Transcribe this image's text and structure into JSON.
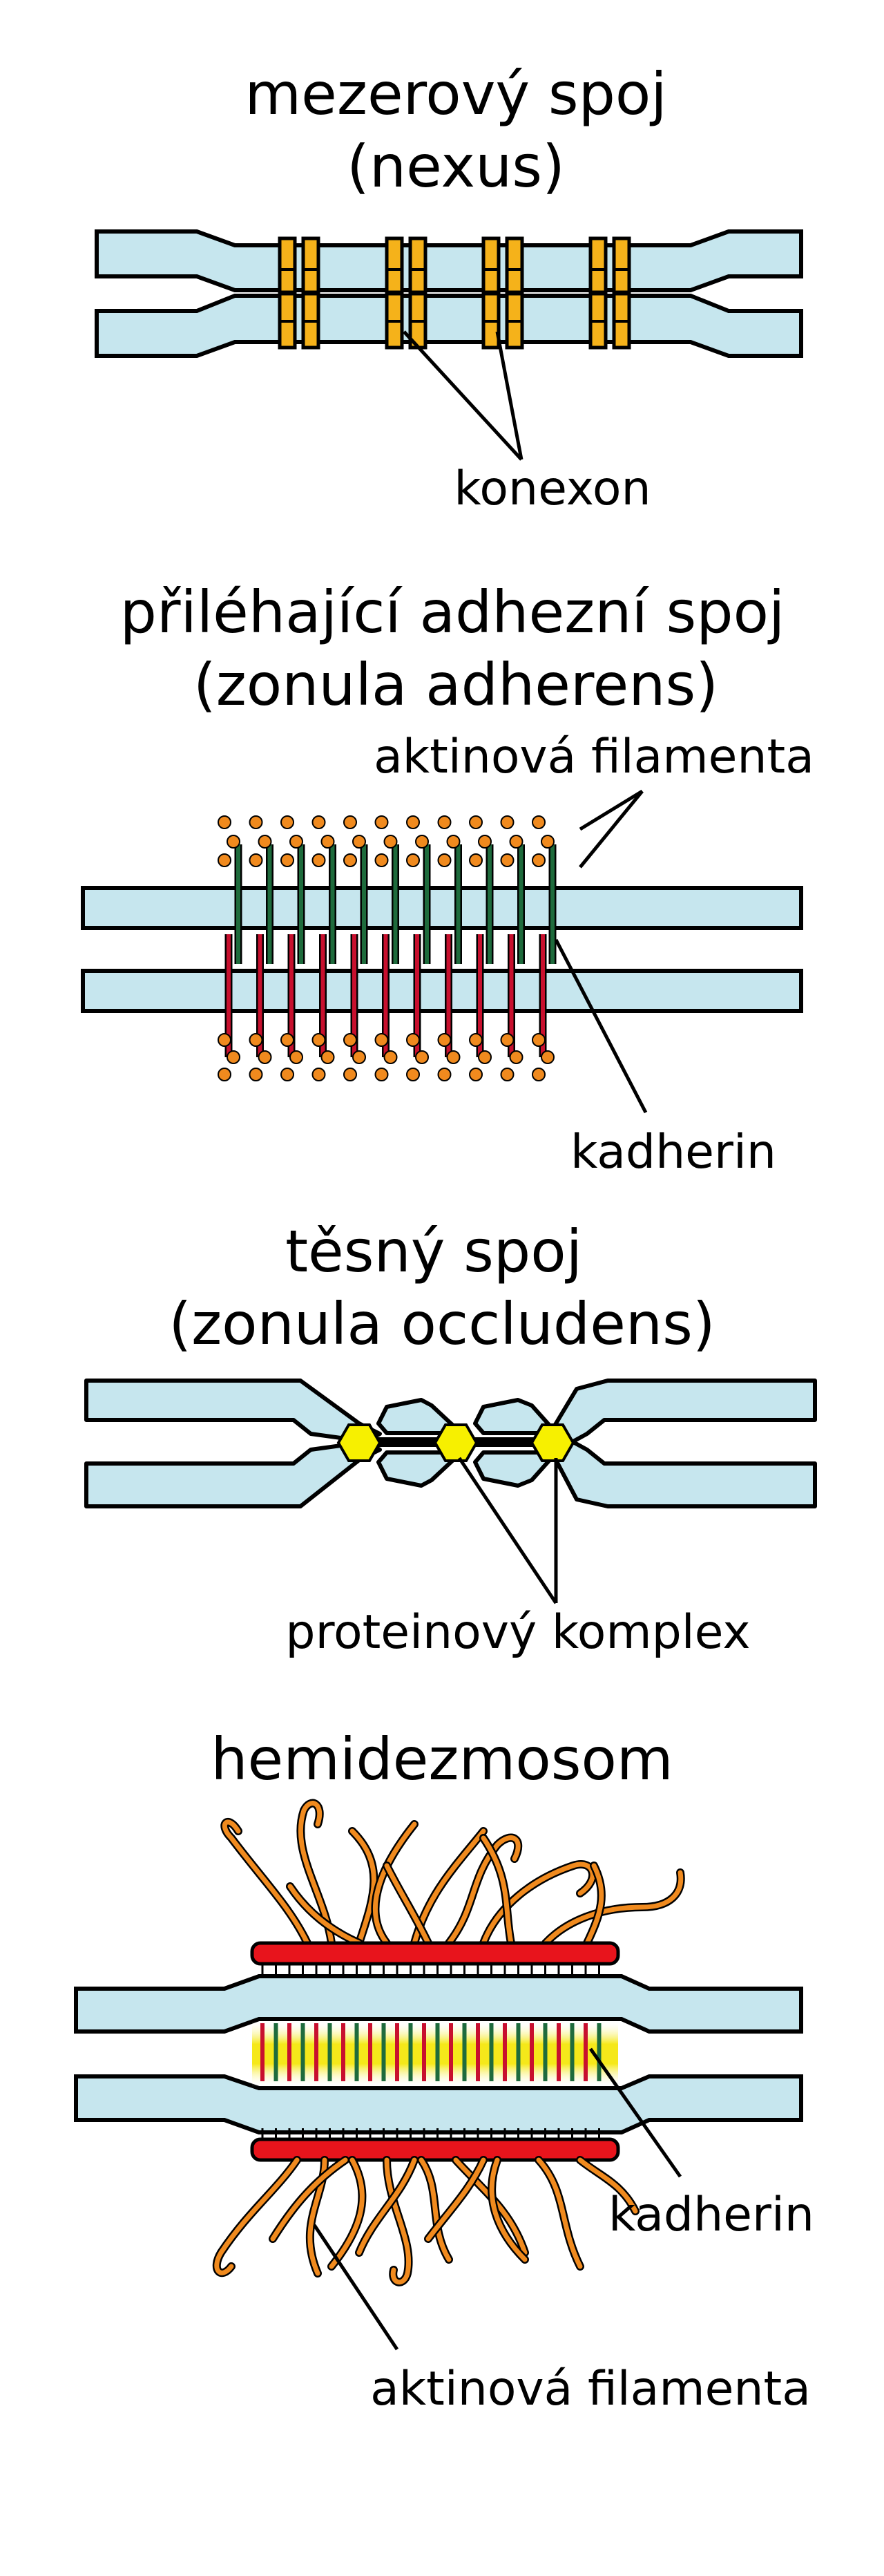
{
  "panels": {
    "gap_junction": {
      "title_line1": "mezerový spoj",
      "title_line2": "(nexus)",
      "label": "konexon"
    },
    "adherens_junction": {
      "title_line1": "přiléhající adhezní spoj",
      "title_line2": "(zonula adherens)",
      "label_top": "aktinová filamenta",
      "label_bottom": "kadherin"
    },
    "tight_junction": {
      "title_line1": "těsný spoj",
      "title_line2": "(zonula occludens)",
      "label": "proteinový komplex"
    },
    "hemidesmosome": {
      "title": "hemidezmosom",
      "label_cadherin": "kadherin",
      "label_filaments": "aktinová filamenta"
    }
  },
  "colors": {
    "membrane": "#c6e6ee",
    "outline": "#000000",
    "connexon": "#f5b21a",
    "actin": "#f08a1e",
    "cadherin_green": "#1e6b3c",
    "cadherin_red": "#c8102e",
    "protein_complex": "#f7f000",
    "plaque": "#e8141c"
  }
}
